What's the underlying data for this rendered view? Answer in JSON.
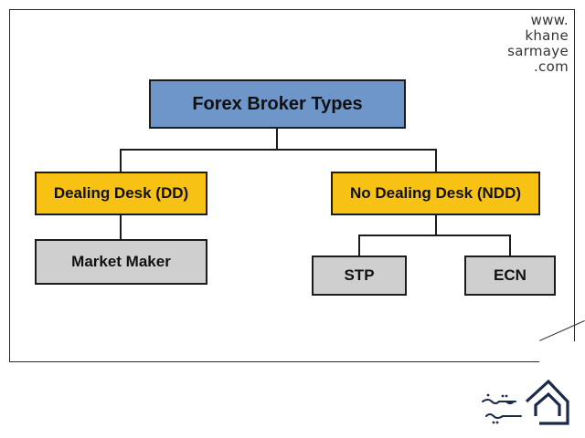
{
  "watermark": {
    "line1": "www.",
    "line2": "khane",
    "line3": "sarmaye",
    "line4": ".com"
  },
  "diagram": {
    "root": "Forex Broker Types",
    "dealing_desk": "Dealing Desk (DD)",
    "no_dealing_desk": "No Dealing Desk (NDD)",
    "market_maker": "Market Maker",
    "stp": "STP",
    "ecn": "ECN"
  },
  "colors": {
    "root_fill": "#6f96c9",
    "category_fill": "#f7c213",
    "leaf_fill": "#cfcfcf",
    "logo": "#1a2a4a"
  },
  "logo": {
    "icon": "khane-sarmaye-logo-icon"
  }
}
